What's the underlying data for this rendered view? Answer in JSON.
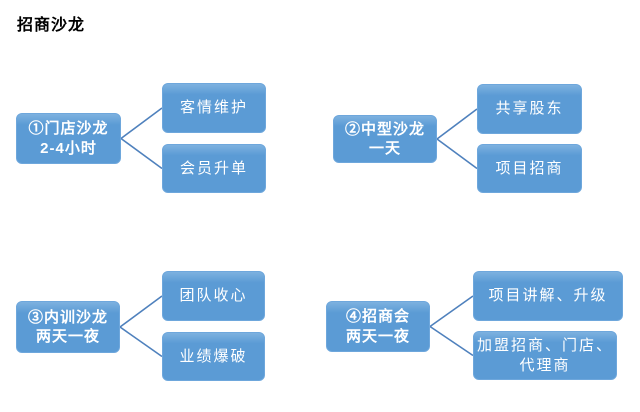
{
  "title": "招商沙龙",
  "colors": {
    "box_fill": "#5b9bd5",
    "box_fill_highlight": "#7db1e0",
    "box_border": "#6ea7dc",
    "box_text": "#ffffff",
    "connector": "#4f81bd",
    "title_text": "#000000",
    "background": "#ffffff"
  },
  "diagram_type": "horizontal-hierarchy",
  "groups": [
    {
      "main": "①门店沙龙\n2-4小时",
      "children": [
        "客情维护",
        "会员升单"
      ]
    },
    {
      "main": "②中型沙龙\n一天",
      "children": [
        "共享股东",
        "项目招商"
      ]
    },
    {
      "main": "③内训沙龙\n两天一夜",
      "children": [
        "团队收心",
        "业绩爆破"
      ]
    },
    {
      "main": "④招商会\n两天一夜",
      "children": [
        "项目讲解、升级",
        "加盟招商、门店、\n代理商"
      ]
    }
  ]
}
